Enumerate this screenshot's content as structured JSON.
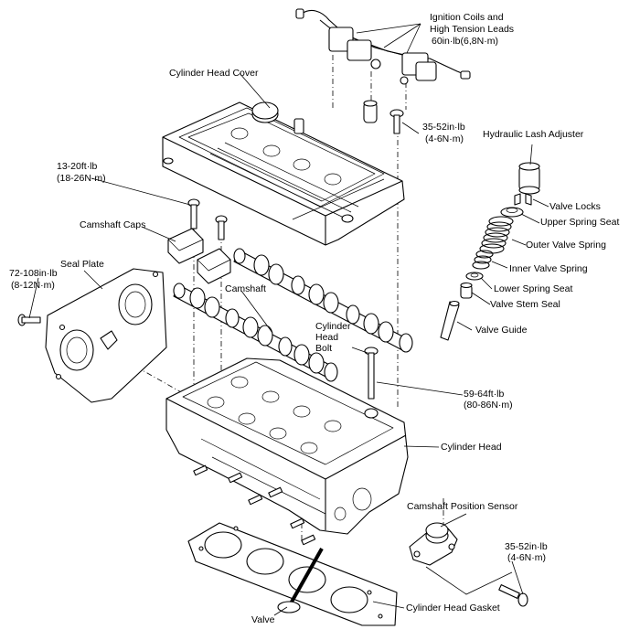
{
  "labels": {
    "ignition_coils": "Ignition Coils and",
    "ignition_coils_2": "High Tension Leads",
    "coils_torque": "60in·lb(6,8N·m)",
    "cylinder_head_cover": "Cylinder Head Cover",
    "cover_torque_1": "35-52in·lb",
    "cover_torque_2": "(4-6N·m)",
    "hydraulic_lash_adjuster": "Hydraulic Lash Adjuster",
    "cap_torque_1": "13-20ft·lb",
    "cap_torque_2": "(18-26N·m)",
    "valve_locks": "Valve Locks",
    "upper_spring_seat": "Upper Spring Seat",
    "camshaft_caps": "Camshaft Caps",
    "outer_valve_spring": "Outer Valve Spring",
    "seal_plate": "Seal Plate",
    "inner_valve_spring": "Inner Valve Spring",
    "seal_torque_1": "72-108in·lb",
    "seal_torque_2": "(8-12N·m)",
    "lower_spring_seat": "Lower Spring Seat",
    "camshaft": "Camshaft",
    "valve_stem_seal": "Valve Stem Seal",
    "head_bolt_1": "Cylinder",
    "head_bolt_2": "Head",
    "head_bolt_3": "Bolt",
    "valve_guide": "Valve Guide",
    "bolt_torque_1": "59-64ft·lb",
    "bolt_torque_2": "(80-86N·m)",
    "cylinder_head": "Cylinder Head",
    "camshaft_position_sensor": "Camshaft Position Sensor",
    "sensor_torque_1": "35-52in·lb",
    "sensor_torque_2": "(4-6N·m)",
    "cylinder_head_gasket": "Cylinder Head Gasket",
    "valve": "Valve"
  }
}
